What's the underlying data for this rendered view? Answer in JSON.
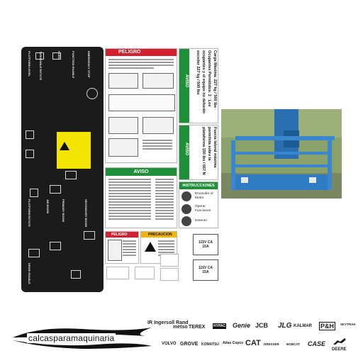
{
  "panel": {
    "labels": [
      "EMERGENCY STOP",
      "FUNCTION ENABLE",
      "HORN",
      "TURNTABLE ROTATE",
      "PLATFORM LEVEL",
      "PLATFORM ROTATE",
      "JIB BOOM",
      "PRIMARY BOOM",
      "SECONDARY BOOM",
      "DRIVE ENABLE"
    ]
  },
  "danger_sticker": {
    "header": "PELIGRO"
  },
  "capacity_sticker": {
    "header": "AVISO",
    "text": "Carga Máxima: 227 kg / 500 lbs · Ocupantes Permitidos: 2 · Los ocupantes y el equipo no deberán exceder 227 kg / 500 lbs"
  },
  "wind_sticker": {
    "header": "AVISO",
    "text": "Fuerza lateral máxima permitida sobre la plataforma 150 lbs / 667 N"
  },
  "aviso_sticker": {
    "header": "AVISO"
  },
  "instructions_sticker": {
    "header": "INSTRUCCIONES",
    "items": [
      "Encender el Motor",
      "Operar Funciones",
      "Detener"
    ]
  },
  "small_danger": {
    "header": "PELIGRO"
  },
  "small_caution": {
    "header": "PRECAUCION"
  },
  "outlet_labels": [
    "115V CA 15A",
    "115V CA 15A"
  ],
  "watermark": "calcasparamaquinaria",
  "brands_row1": [
    "IR Ingersoll Rand",
    "metso",
    "TEREX",
    "HYPAC",
    "Genie",
    "JCB",
    "JLG",
    "KALMAR",
    "P&H",
    "SKYTRAK"
  ],
  "brands_row2": [
    "VOLVO",
    "GROVE",
    "KOMATSU",
    "Atlas Copco",
    "CAT",
    "DRESSER",
    "BOBCAT",
    "CASE",
    "DEERE"
  ],
  "colors": {
    "danger_red": "#d3202e",
    "aviso_green": "#1f8f3a",
    "panel_black": "#1b1b1b",
    "warning_yellow": "#f2e300",
    "genie_blue": "#2a6fb0"
  }
}
